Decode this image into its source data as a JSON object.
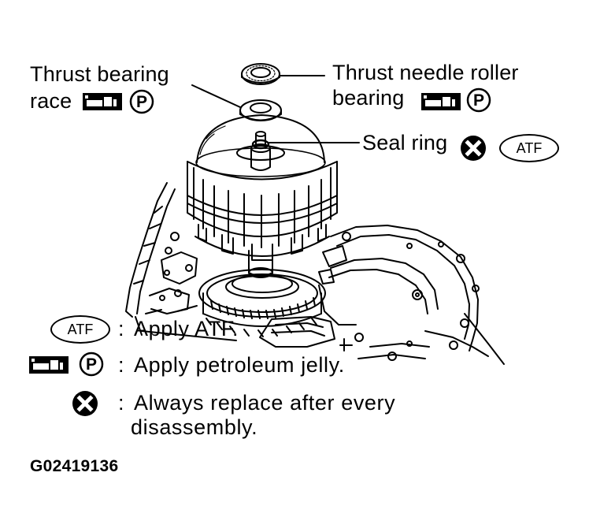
{
  "labels": {
    "thrust_bearing_race_line1": "Thrust bearing",
    "thrust_bearing_race_line2": "race",
    "thrust_needle_line1": "Thrust needle roller",
    "thrust_needle_line2": "bearing",
    "seal_ring": "Seal ring"
  },
  "symbols": {
    "atf": "ATF",
    "petroleum_jelly_letter": "P"
  },
  "legend": {
    "colon": ":",
    "atf_text": "Apply ATF.",
    "jelly_text": "Apply petroleum jelly.",
    "replace_line1": "Always replace after every",
    "replace_line2": "disassembly."
  },
  "figure_id": "G02419136",
  "icons": [
    "grease-gun-icon",
    "petroleum-jelly-p-icon",
    "replace-x-icon",
    "atf-oval-icon"
  ]
}
